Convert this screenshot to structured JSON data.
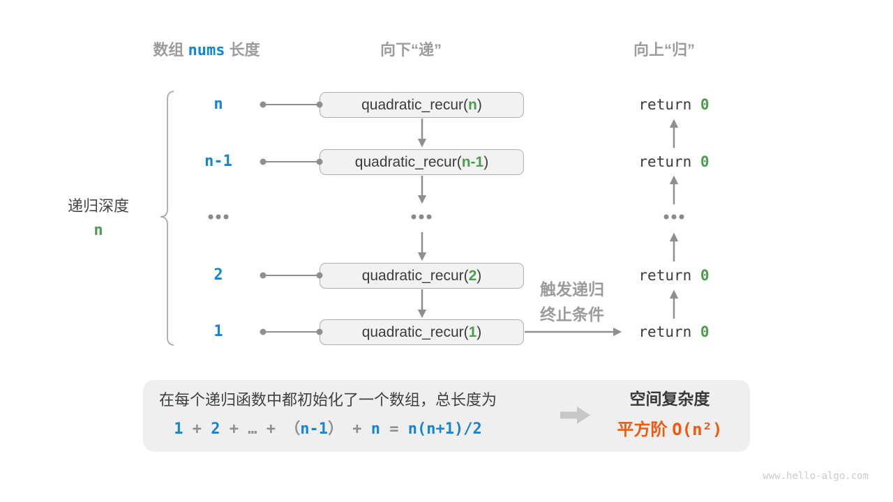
{
  "colors": {
    "blue": "#1385D6",
    "green": "#4B9C4F",
    "orange": "#F2590F",
    "header_gray": "#9C9C9C",
    "arrow_gray": "#8F8F8F",
    "box_fill": "#F2F2F2",
    "box_border": "#AEAEAE",
    "panel_fill": "#EFEFEF"
  },
  "headers": {
    "array_label_prefix": "数组 ",
    "array_label_code": "nums",
    "array_label_suffix": " 长度",
    "descend": "向下“递”",
    "ascend": "向上“归”"
  },
  "depth_label": {
    "title": "递归深度",
    "value": "n"
  },
  "call_stack": {
    "rows": [
      {
        "length": "n",
        "call_prefix": "quadratic_recur(",
        "call_arg": "n",
        "call_suffix": ")",
        "return_keyword": "return ",
        "return_value": "0"
      },
      {
        "length": "n-1",
        "call_prefix": "quadratic_recur(",
        "call_arg": "n-1",
        "call_suffix": ")",
        "return_keyword": "return ",
        "return_value": "0"
      },
      {
        "length": "2",
        "call_prefix": "quadratic_recur(",
        "call_arg": "2",
        "call_suffix": ")",
        "return_keyword": "return ",
        "return_value": "0"
      },
      {
        "length": "1",
        "call_prefix": "quadratic_recur(",
        "call_arg": "1",
        "call_suffix": ")",
        "return_keyword": "return ",
        "return_value": "0"
      }
    ]
  },
  "trigger_note": {
    "line1": "触发递归",
    "line2": "终止条件"
  },
  "summary_panel": {
    "description": "在每个递归函数中都初始化了一个数组，总长度为",
    "formula": {
      "term1": "1",
      "plus1": " + ",
      "term2": "2",
      "plus2": " + ",
      "ellipsis": "…",
      "plus3": " + ",
      "open_paren": "（",
      "term3": "n-1",
      "close_paren": "）",
      "plus4": " + ",
      "term4": "n",
      "equals": " = ",
      "result": "n(n+1)/2"
    },
    "complexity_title": "空间复杂度",
    "complexity_order": "平方阶 ",
    "complexity_notation": "O(n²)"
  },
  "watermark": "www.hello-algo.com"
}
